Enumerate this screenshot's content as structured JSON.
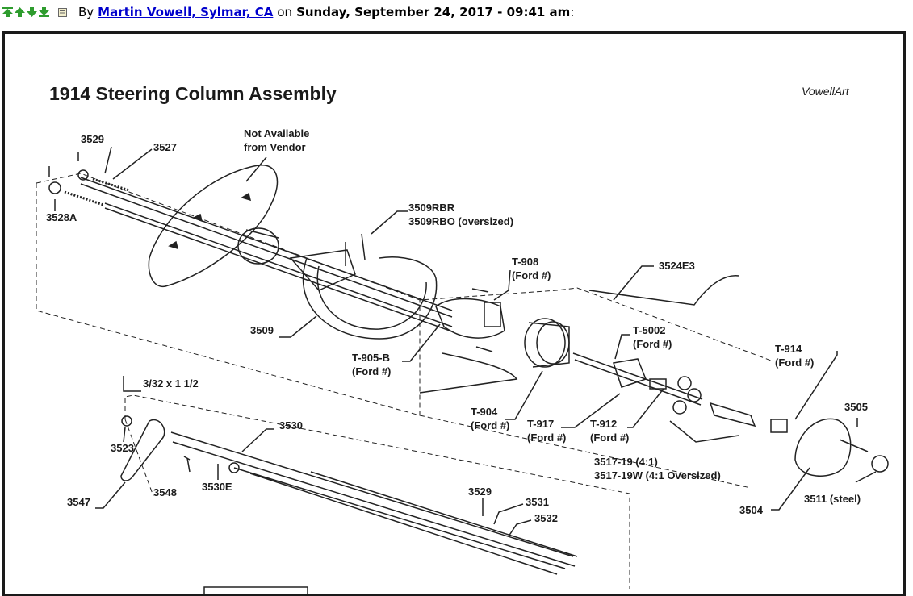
{
  "post": {
    "by_label": "By",
    "author": "Martin Vowell, Sylmar, CA",
    "on_label": "on",
    "date": "Sunday, September 24, 2017 - 09:41 am",
    "colon": ":",
    "nav_icons": [
      "arrow-top-icon",
      "arrow-up-icon",
      "arrow-down-icon",
      "arrow-bottom-icon",
      "post-icon"
    ],
    "colors": {
      "nav_arrow": "#2e9c2e",
      "link": "#0000cc"
    }
  },
  "diagram": {
    "title": "1914 Steering Column Assembly",
    "credit": "VowellArt",
    "labels": {
      "l3529a": "3529",
      "l3527": "3527",
      "lnotavail1": "Not Available",
      "lnotavail2": "from Vendor",
      "l3528a": "3528A",
      "l3509rbr": "3509RBR",
      "l3509rbo": "3509RBO (oversized)",
      "lt908": "T-908",
      "lt908f": "(Ford #)",
      "l3524e3": "3524E3",
      "l3509": "3509",
      "lt905b": "T-905-B",
      "lt905bf": "(Ford #)",
      "lt5002": "T-5002",
      "lt5002f": "(Ford #)",
      "lt914": "T-914",
      "lt914f": "(Ford #)",
      "l3505": "3505",
      "lrivet": "3/32 x 1 1/2",
      "lt904": "T-904",
      "lt904f": "(Ford #)",
      "lt917": "T-917",
      "lt917f": "(Ford #)",
      "lt912": "T-912",
      "lt912f": "(Ford #)",
      "l3530": "3530",
      "l3523": "3523",
      "l3517a": "3517-19 (4:1)",
      "l3517b": "3517-19W (4:1 Oversized)",
      "l3548": "3548",
      "l3530e": "3530E",
      "l3547": "3547",
      "l3529b": "3529",
      "l3531": "3531",
      "l3532": "3532",
      "l3504": "3504",
      "l3511": "3511 (steel)"
    }
  }
}
